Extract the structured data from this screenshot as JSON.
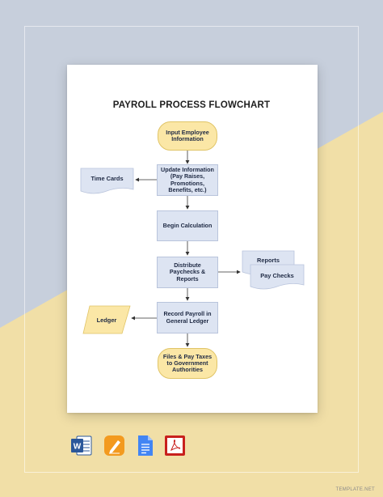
{
  "title": "PAYROLL PROCESS FLOWCHART",
  "nodes": {
    "start": "Input Employee\nInformation",
    "update": "Update Information\n(Pay Raises,\nPromotions,\nBenefits, etc.)",
    "calc": "Begin Calculation",
    "distribute": "Distribute\nPaychecks &\nReports",
    "record": "Record Payroll in\nGeneral Ledger",
    "end": "Files & Pay Taxes\nto Government\nAuthorities"
  },
  "side": {
    "time_cards": "Time Cards",
    "reports": "Reports",
    "pay_checks": "Pay Checks",
    "ledger": "Ledger"
  },
  "app_icons": [
    "word-icon",
    "pages-icon",
    "google-docs-icon",
    "pdf-icon"
  ],
  "watermark": "TEMPLATE.NET",
  "colors": {
    "terminal_fill": "#fbe7a6",
    "process_fill": "#dde4f2",
    "document_fill": "#dde4f2",
    "ledger_fill": "#fbe7a6",
    "background_blue": "#c7cfdc",
    "background_yellow": "#f1dfa7"
  }
}
